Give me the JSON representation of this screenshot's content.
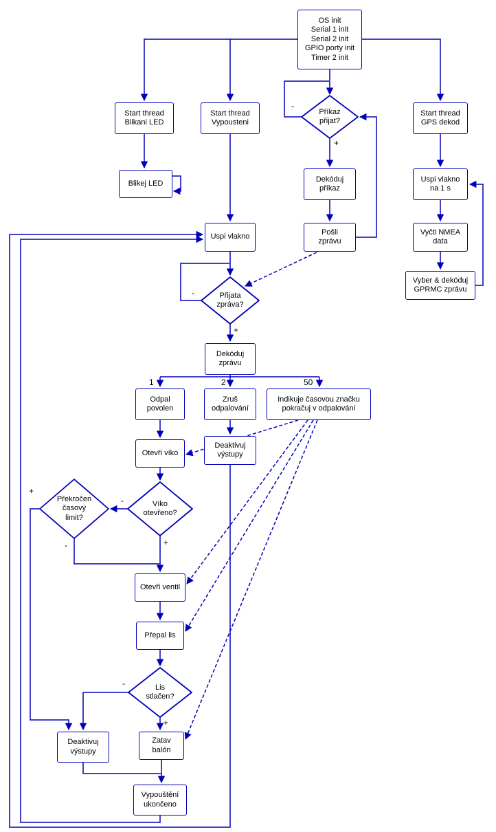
{
  "diagram": {
    "colors": {
      "line": "#0000b8",
      "node_border": "#0000b8",
      "text": "#000000",
      "background": "#ffffff"
    },
    "nodes": {
      "init": "OS init\nSerial 1 init\nSerial 2 init\nGPIO porty init\nTimer 2 init",
      "start_blikani": "Start thread\nBlikani LED",
      "start_vypousteni": "Start thread\nVypousteni",
      "start_gps": "Start thread\nGPS dekod",
      "blikej_led": "Blikej LED",
      "prikaz_prijat": "Příkaz\npřijat?",
      "dekoduj_prikaz": "Dekóduj\npříkaz",
      "posli_zpravu": "Pošli\nzprávu",
      "uspi_vlakno": "Uspi vlakno",
      "uspi_vlakno_1s": "Uspi vlakno\nna 1 s",
      "vycti_nmea": "Vyčti NMEA\ndata",
      "vyber_gprmc": "Vyber & dekóduj\nGPRMC zprávu",
      "prijata_zprava": "Přijata\nzpráva?",
      "dekoduj_zpravu": "Dekóduj\nzprávu",
      "odpal_povolen": "Odpal\npovolen",
      "zrus_odpalovani": "Zruš\nodpalování",
      "indikuje_znacku": "Indikuje časovou značku\npokračuj v odpalování",
      "otevri_viko": "Otevři víko",
      "deaktivuj_vystupy_a": "Deaktivuj\nvýstupy",
      "viko_otevreno": "Víko\notevřeno?",
      "prekrocen_limit": "Překročen\nčasový\nlimit?",
      "otevri_ventil": "Otevři ventil",
      "prepal_lis": "Přepal lis",
      "lis_stlacen": "Lis\nstlačen?",
      "zatav_balon": "Zatav\nbalón",
      "deaktivuj_vystupy_b": "Deaktivuj\nvýstupy",
      "vypousteni_ukonceno": "Vypouštění\nukončeno"
    },
    "edge_labels": {
      "prikaz_no": "-",
      "prikaz_yes": "+",
      "prijata_no": "-",
      "prijata_yes": "+",
      "branch_1": "1",
      "branch_2": "2",
      "branch_50": "50",
      "viko_no": "-",
      "viko_yes": "+",
      "limit_yes": "+",
      "limit_no": "-",
      "lis_no": "-",
      "lis_yes": "+"
    }
  }
}
